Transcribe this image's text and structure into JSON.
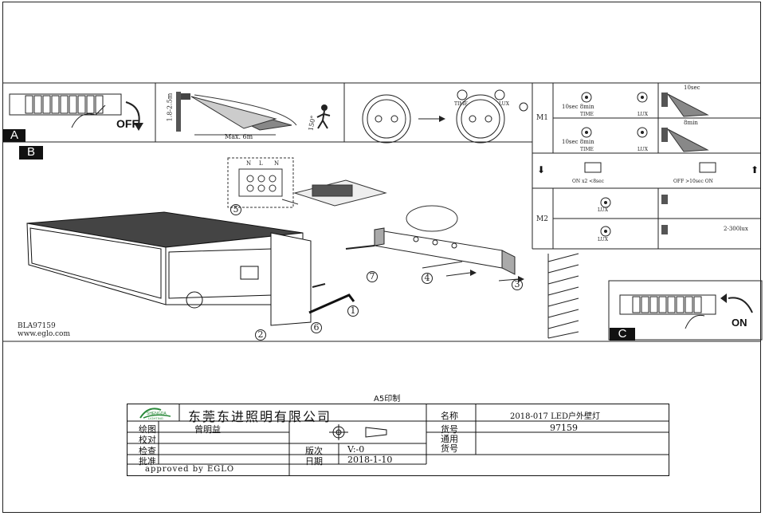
{
  "panels": {
    "a": {
      "tag": "A",
      "off_label": "OFF",
      "max_label": "Max. 6m",
      "height_label": "1.8-2.5m",
      "angle_label": "150°"
    },
    "b": {
      "tag": "B",
      "model": "BLA97159",
      "website": "www.eglo.com"
    },
    "c": {
      "tag": "C",
      "on_label": "ON"
    },
    "knobs": {
      "time": "TIME",
      "lux": "LUX"
    },
    "m1": {
      "label": "M1",
      "row1": {
        "range": "10sec  8min",
        "time": "TIME",
        "lux": "LUX",
        "result": "10sec"
      },
      "row2": {
        "range": "10sec  8min",
        "time": "TIME",
        "lux": "LUX",
        "result": "8min"
      }
    },
    "switch": {
      "left": "ON x2 <8sec",
      "right": "OFF >10sec  ON"
    },
    "m2": {
      "label": "M2",
      "lux1": "LUX",
      "lux2": "LUX",
      "range": "2-300lux"
    },
    "steps": [
      "1",
      "2",
      "3",
      "4",
      "5",
      "6",
      "7"
    ],
    "wiring": {
      "n1": "N",
      "n2": "N",
      "l": "L"
    }
  },
  "title_block": {
    "print_note": "A5印制",
    "company": "东莞东进照明有限公司",
    "logo_text": "SHENGDA",
    "logo_sub": "LIGHTING",
    "drawn_label": "绘图",
    "drawn_value": "曾明益",
    "proof_label": "校对",
    "check_label": "检查",
    "approve_label": "批准",
    "approved_by": "approved by EGLO",
    "version_label": "版次",
    "version_value": "V:-0",
    "date_label": "日期",
    "date_value": "2018-1-10",
    "name_label": "名称",
    "name_value": "2018-017 LED户外壁灯",
    "item_label": "货号",
    "item_value": "97159",
    "general_label": "通用\n货号"
  }
}
